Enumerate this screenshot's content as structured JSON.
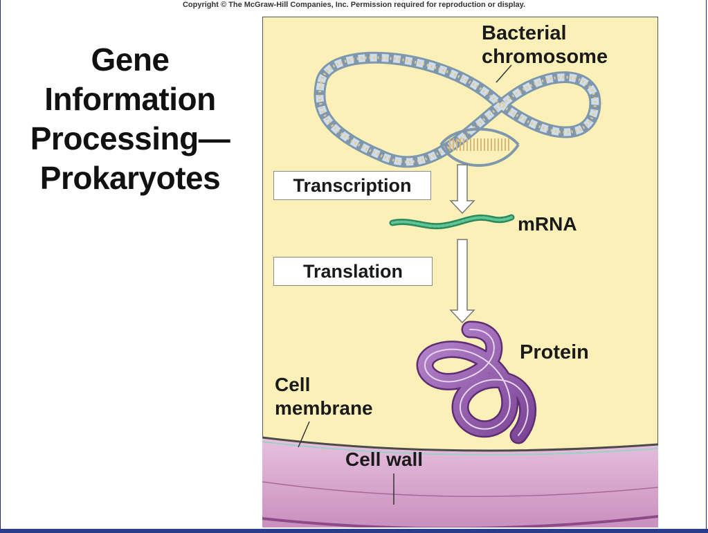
{
  "copyright": "Copyright © The McGraw-Hill Companies, Inc. Permission required for reproduction or display.",
  "title_lines": [
    "Gene",
    "Information",
    "Processing—",
    "Prokaryotes"
  ],
  "labels": {
    "chromosome": [
      "Bacterial",
      "chromosome"
    ],
    "mrna": "mRNA",
    "protein": "Protein",
    "membrane": [
      "Cell",
      "membrane"
    ],
    "wall": "Cell wall"
  },
  "steps": {
    "transcription": "Transcription",
    "translation": "Translation"
  },
  "colors": {
    "cytoplasm": "#faf0b8",
    "cell_wall": "#d8a8cf",
    "mrna": "#3fae7c",
    "protein": "#9a5fb2",
    "dna": "#b7cbe0",
    "frame_border": "#1e2a6e"
  }
}
